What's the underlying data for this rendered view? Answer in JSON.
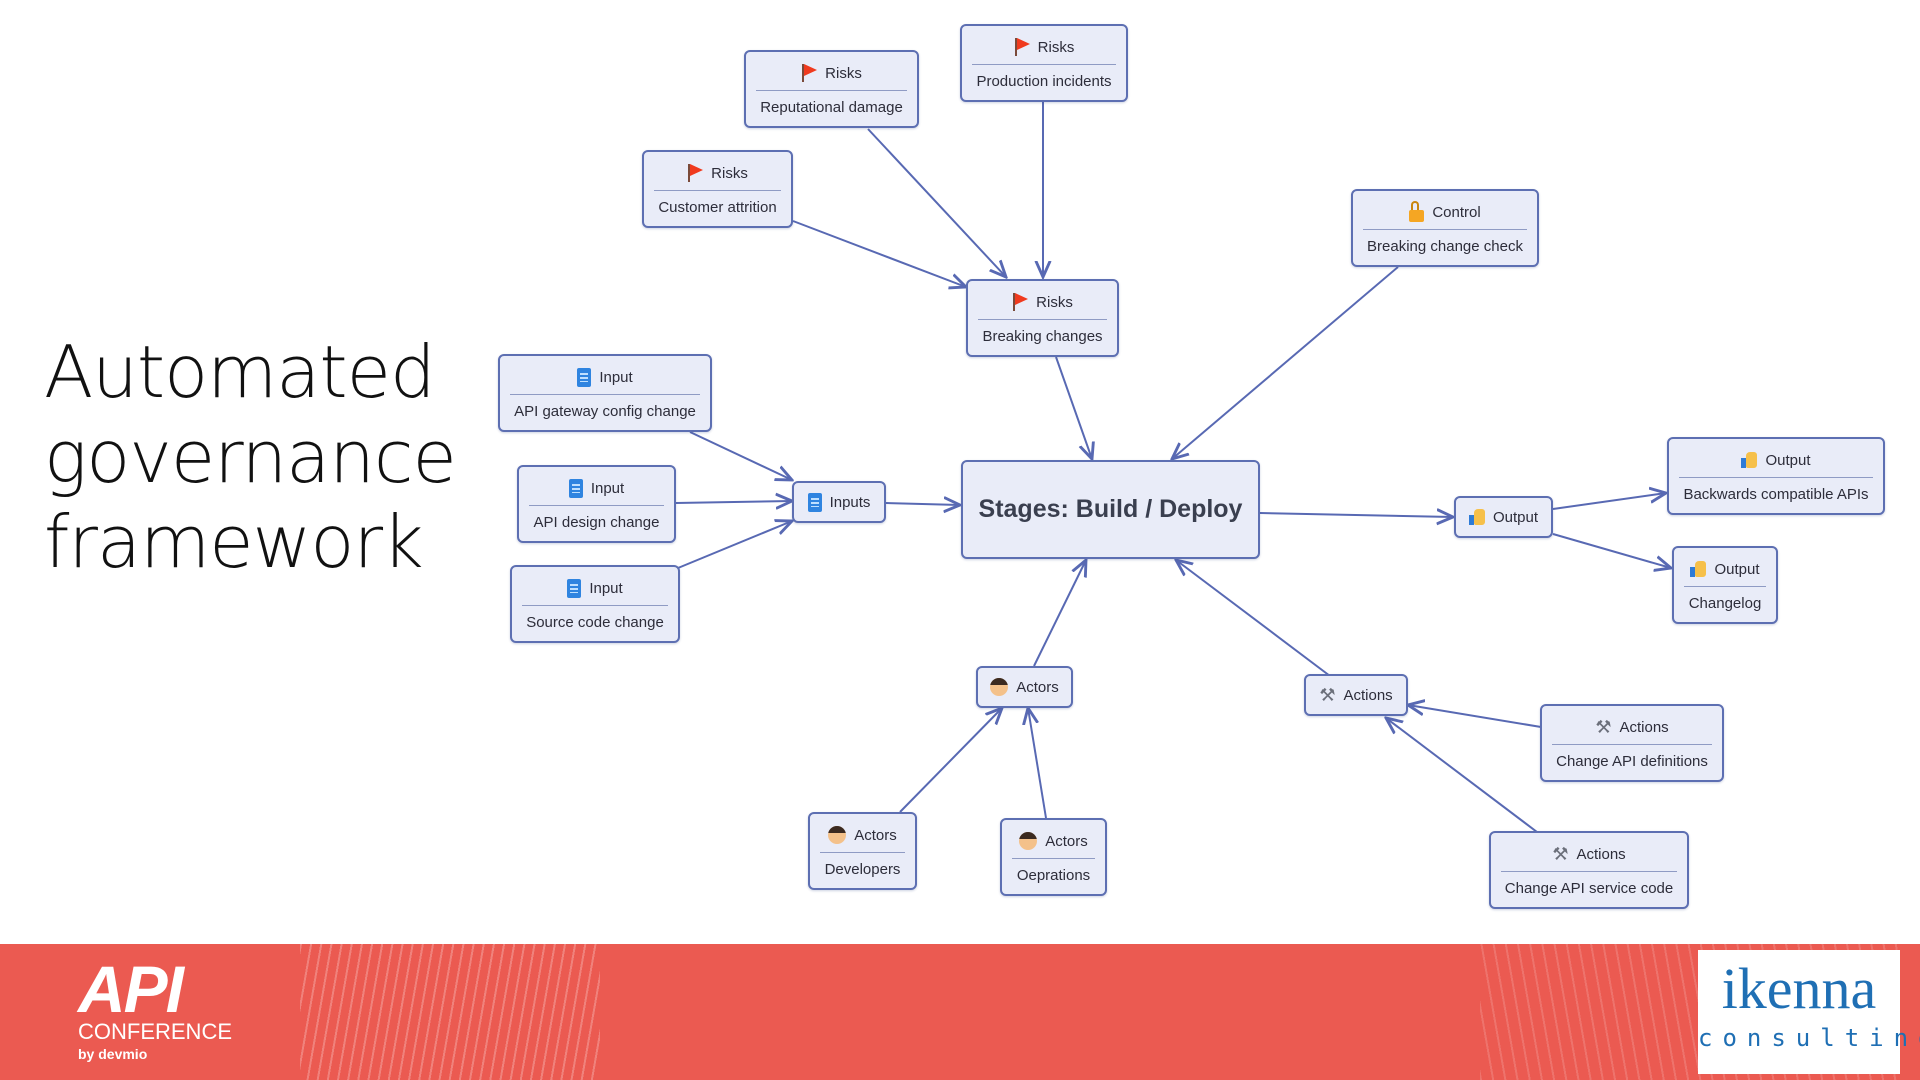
{
  "title_lines": [
    "Automated",
    "governance",
    "framework"
  ],
  "diagram": {
    "center": "Stages: Build / Deploy",
    "risks": {
      "reputational": {
        "label": "Risks",
        "sub": "Reputational damage",
        "icon": "flag-icon"
      },
      "production": {
        "label": "Risks",
        "sub": "Production incidents",
        "icon": "flag-icon"
      },
      "attrition": {
        "label": "Risks",
        "sub": "Customer attrition",
        "icon": "flag-icon"
      },
      "breaking": {
        "label": "Risks",
        "sub": "Breaking changes",
        "icon": "flag-icon"
      }
    },
    "control": {
      "label": "Control",
      "sub": "Breaking change check",
      "icon": "lock-icon"
    },
    "inputs": {
      "gateway": {
        "label": "Input",
        "sub": "API gateway config change",
        "icon": "doc-icon"
      },
      "design": {
        "label": "Input",
        "sub": "API design change",
        "icon": "doc-icon"
      },
      "source": {
        "label": "Input",
        "sub": "Source code change",
        "icon": "doc-icon"
      },
      "hub": {
        "label": "Inputs",
        "icon": "doc-icon"
      }
    },
    "outputs": {
      "hub": {
        "label": "Output",
        "icon": "thumbs-up-icon"
      },
      "compatible": {
        "label": "Output",
        "sub": "Backwards compatible APIs",
        "icon": "thumbs-up-icon"
      },
      "changelog": {
        "label": "Output",
        "sub": "Changelog",
        "icon": "thumbs-up-icon"
      }
    },
    "actors": {
      "hub": {
        "label": "Actors",
        "icon": "person-icon"
      },
      "developers": {
        "label": "Actors",
        "sub": "Developers",
        "icon": "person-icon"
      },
      "operations": {
        "label": "Actors",
        "sub": "Oeprations",
        "icon": "person-icon"
      }
    },
    "actions": {
      "hub": {
        "label": "Actions",
        "icon": "tools-icon"
      },
      "definitions": {
        "label": "Actions",
        "sub": "Change API definitions",
        "icon": "tools-icon"
      },
      "service": {
        "label": "Actions",
        "sub": "Change API service code",
        "icon": "tools-icon"
      }
    }
  },
  "footer": {
    "api_logo": {
      "big": "API",
      "conference": "CONFERENCE",
      "by": "by devmio"
    },
    "ikenna_logo": {
      "name": "ikenna",
      "tagline": "consulting"
    }
  },
  "colors": {
    "node_fill": "#e9ecf8",
    "node_border": "#5d6fb2",
    "edge": "#5869b3",
    "footer": "#eb5a51",
    "flag": "#f03a1e"
  }
}
